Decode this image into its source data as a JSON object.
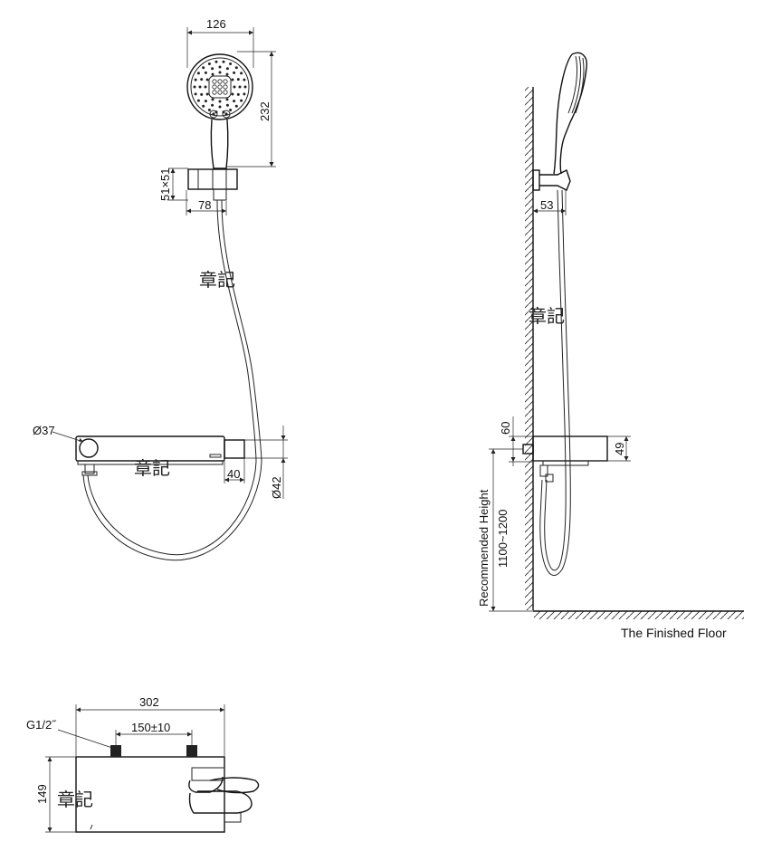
{
  "dimensions": {
    "head_width": "126",
    "head_height": "232",
    "holder_size": "51×51",
    "holder_offset": "78",
    "knob_diameter": "Ø37",
    "outlet_offset": "40",
    "outlet_diameter": "Ø42",
    "wall_holder": "53",
    "shelf_top": "60",
    "shelf_height": "49",
    "body_width": "302",
    "inlet_spacing": "150±10",
    "inlet_thread": "G1/2˝",
    "body_height": "149"
  },
  "labels": {
    "recommended_height": "Recommended Height",
    "height_range": "1100~1200",
    "finished_floor": "The Finished Floor"
  },
  "watermark": "章記",
  "colors": {
    "line": "#222222",
    "background": "#ffffff"
  }
}
